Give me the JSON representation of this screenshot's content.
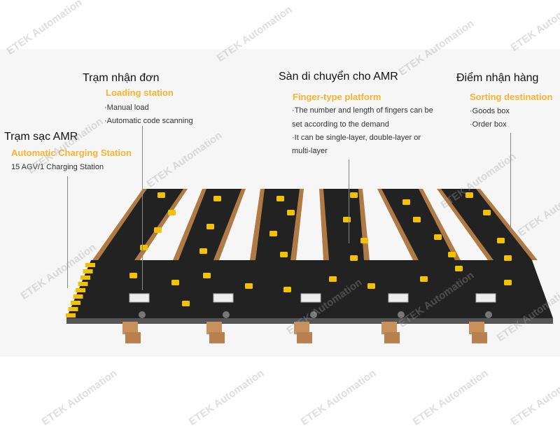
{
  "watermark": "ETEK Automation",
  "stations": [
    {
      "vn": "Trạm nhận đơn",
      "en": "Loading station",
      "details": [
        "·Manual load",
        "·Automatic code scanning"
      ]
    },
    {
      "vn": "Trạm sạc AMR",
      "en": "Automatic Charging Station",
      "details": [
        "15 AGV/1 Charging Station"
      ]
    },
    {
      "vn": "Sàn di chuyển cho AMR",
      "en": "Finger-type platform",
      "details": [
        "·The number and length of fingers can be",
        "set according to the demand",
        "·It can be single-layer, double-layer or",
        "multi-layer"
      ]
    },
    {
      "vn": "Điểm nhận hàng",
      "en": "Sorting destination",
      "details": [
        "·Goods box",
        "·Order box"
      ]
    }
  ],
  "colors": {
    "platform": "#222222",
    "robot": "#f2c200",
    "accent": "#f5b332",
    "box": "#c8905a"
  }
}
